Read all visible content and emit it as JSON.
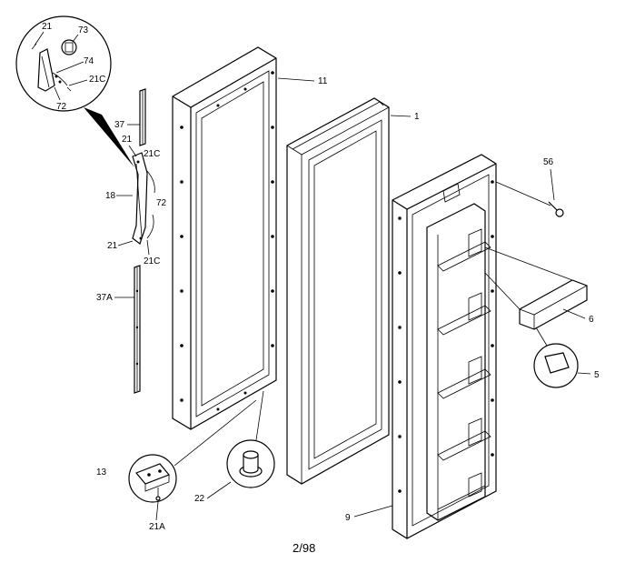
{
  "labels": {
    "l21_top": "21",
    "l73": "73",
    "l74": "74",
    "l21c_circle": "21C",
    "l72_circle": "72",
    "l37": "37",
    "l21_mid": "21",
    "l21c_mid": "21C",
    "l18": "18",
    "l72_mid": "72",
    "l21_low": "21",
    "l21c_low": "21C",
    "l37a": "37A",
    "l11": "11",
    "l1": "1",
    "l56": "56",
    "l6": "6",
    "l5": "5",
    "l9": "9",
    "l13": "13",
    "l22": "22",
    "l21a": "21A"
  },
  "footer": {
    "date_code": "2/98"
  }
}
